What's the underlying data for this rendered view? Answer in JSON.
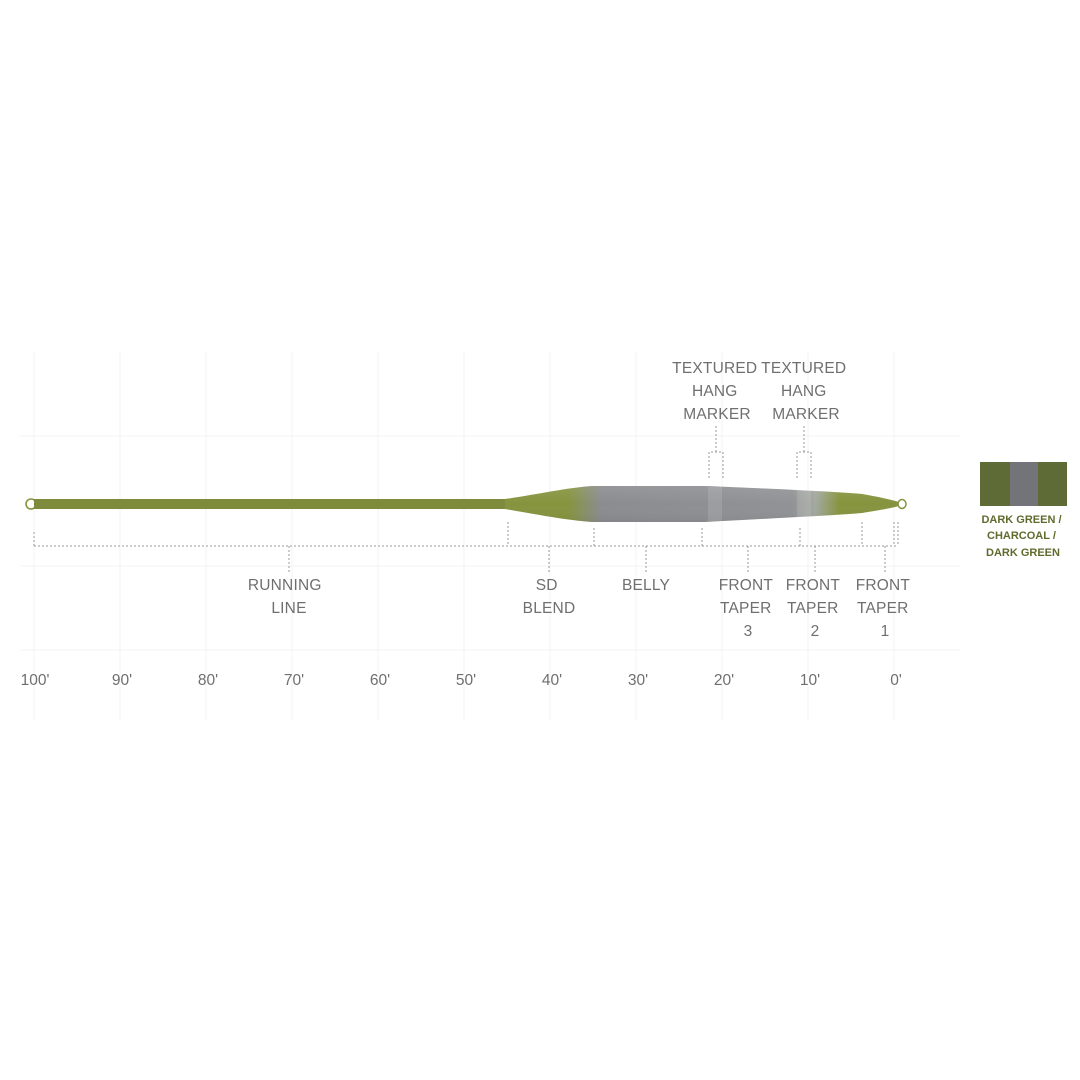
{
  "line_colors": {
    "running_line": "#7e8b3d",
    "head_green": "#86943f",
    "charcoal": "#8a8c8f"
  },
  "labels": {
    "marker1": [
      "TEXTURED",
      "HANG",
      "MARKER"
    ],
    "marker2": [
      "TEXTURED",
      "HANG",
      "MARKER"
    ],
    "running_line": [
      "RUNNING",
      "LINE"
    ],
    "sd_blend": [
      "SD",
      "BLEND"
    ],
    "belly": [
      "BELLY"
    ],
    "front_taper_3": [
      "FRONT",
      "TAPER",
      "3"
    ],
    "front_taper_2": [
      "FRONT",
      "TAPER",
      "2"
    ],
    "front_taper_1": [
      "FRONT",
      "TAPER",
      "1"
    ]
  },
  "scale": {
    "ticks": [
      "100'",
      "90'",
      "80'",
      "70'",
      "60'",
      "50'",
      "40'",
      "30'",
      "20'",
      "10'",
      "0'"
    ]
  },
  "legend": {
    "swatch_colors": [
      "#5f6b36",
      "#737479",
      "#5f6b36"
    ],
    "text": [
      "DARK GREEN /",
      "CHARCOAL /",
      "DARK GREEN"
    ]
  }
}
